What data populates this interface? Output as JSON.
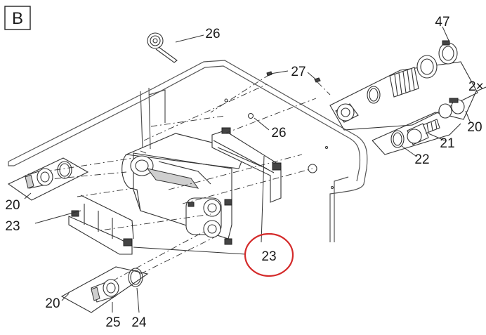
{
  "section": "B",
  "labels": {
    "l47": "47",
    "l2x": "2×",
    "l26a": "26",
    "l27": "27",
    "l26b": "26",
    "l20a": "20",
    "l21": "21",
    "l22": "22",
    "l20b": "20",
    "l23a": "23",
    "l23b": "23",
    "l20c": "20",
    "l25": "25",
    "l24": "24"
  },
  "colors": {
    "line": "#333333",
    "callout": "#d42a2a",
    "background": "#ffffff"
  }
}
